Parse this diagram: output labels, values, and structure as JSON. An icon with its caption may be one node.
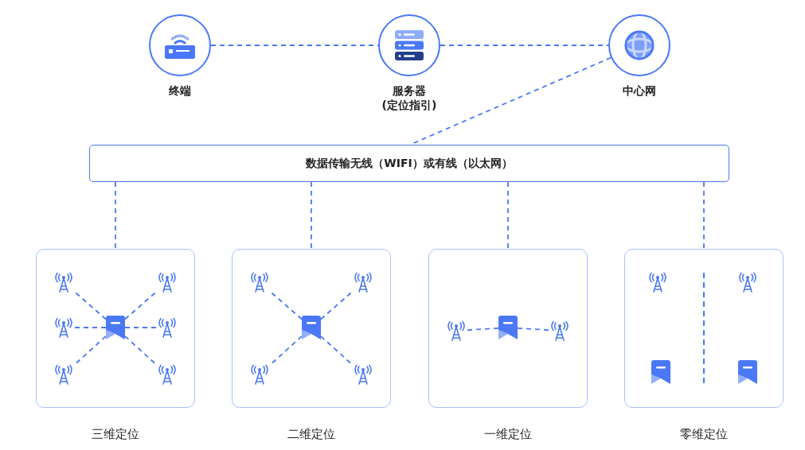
{
  "diagram": {
    "nodes": [
      {
        "text": [
          "终端"
        ]
      },
      {
        "text": [
          "服务器",
          "(定位指引)"
        ]
      },
      {
        "text": [
          "中心网"
        ]
      },
      {
        "text": [
          "数据传输无线（WIFI）或有线（以太网）"
        ]
      },
      {
        "text": [
          "三维定位"
        ]
      },
      {
        "text": [
          "二维定位"
        ]
      },
      {
        "text": [
          "一维定位"
        ]
      },
      {
        "text": [
          "零维定位"
        ]
      },
      {
        "text": [],
        "shape": "antenna",
        "in": 4
      },
      {
        "text": [],
        "shape": "antenna",
        "in": 4
      },
      {
        "text": [],
        "shape": "antenna",
        "in": 4
      },
      {
        "text": [],
        "shape": "antenna",
        "in": 4
      },
      {
        "text": [],
        "shape": "antenna",
        "in": 4
      },
      {
        "text": [],
        "shape": "antenna",
        "in": 4
      },
      {
        "text": [],
        "shape": "marker",
        "in": 4
      },
      {
        "text": [],
        "shape": "antenna",
        "in": 5
      },
      {
        "text": [],
        "shape": "antenna",
        "in": 5
      },
      {
        "text": [],
        "shape": "antenna",
        "in": 5
      },
      {
        "text": [],
        "shape": "antenna",
        "in": 5
      },
      {
        "text": [],
        "shape": "marker",
        "in": 5
      },
      {
        "text": [],
        "shape": "antenna",
        "in": 6
      },
      {
        "text": [],
        "shape": "marker",
        "in": 6
      },
      {
        "text": [],
        "shape": "antenna",
        "in": 6
      },
      {
        "text": [],
        "shape": "antenna",
        "in": 7
      },
      {
        "text": [],
        "shape": "antenna",
        "in": 7
      },
      {
        "text": [],
        "shape": "marker",
        "in": 7
      },
      {
        "text": [],
        "shape": "marker",
        "in": 7
      }
    ],
    "edges": [
      {
        "from": 0,
        "to": 1,
        "arrow": "none",
        "style": "dashed"
      },
      {
        "from": 1,
        "to": 2,
        "arrow": "none",
        "style": "dashed"
      },
      {
        "from": 2,
        "to": 3,
        "arrow": "none",
        "style": "dashed"
      },
      {
        "from": 3,
        "to": 4,
        "arrow": "none",
        "style": "dashed"
      },
      {
        "from": 3,
        "to": 5,
        "arrow": "none",
        "style": "dashed"
      },
      {
        "from": 3,
        "to": 6,
        "arrow": "none",
        "style": "dashed"
      },
      {
        "from": 3,
        "to": 7,
        "arrow": "none",
        "style": "dashed"
      },
      {
        "from": 14,
        "to": 8,
        "arrow": "none",
        "style": "dashed"
      },
      {
        "from": 14,
        "to": 9,
        "arrow": "none",
        "style": "dashed"
      },
      {
        "from": 14,
        "to": 10,
        "arrow": "none",
        "style": "dashed"
      },
      {
        "from": 14,
        "to": 11,
        "arrow": "none",
        "style": "dashed"
      },
      {
        "from": 14,
        "to": 12,
        "arrow": "none",
        "style": "dashed"
      },
      {
        "from": 14,
        "to": 13,
        "arrow": "none",
        "style": "dashed"
      },
      {
        "from": 19,
        "to": 15,
        "arrow": "none",
        "style": "dashed"
      },
      {
        "from": 19,
        "to": 16,
        "arrow": "none",
        "style": "dashed"
      },
      {
        "from": 19,
        "to": 17,
        "arrow": "none",
        "style": "dashed"
      },
      {
        "from": 19,
        "to": 18,
        "arrow": "none",
        "style": "dashed"
      },
      {
        "from": 21,
        "to": 20,
        "arrow": "none",
        "style": "dashed"
      },
      {
        "from": 21,
        "to": 22,
        "arrow": "none",
        "style": "dashed"
      }
    ]
  }
}
